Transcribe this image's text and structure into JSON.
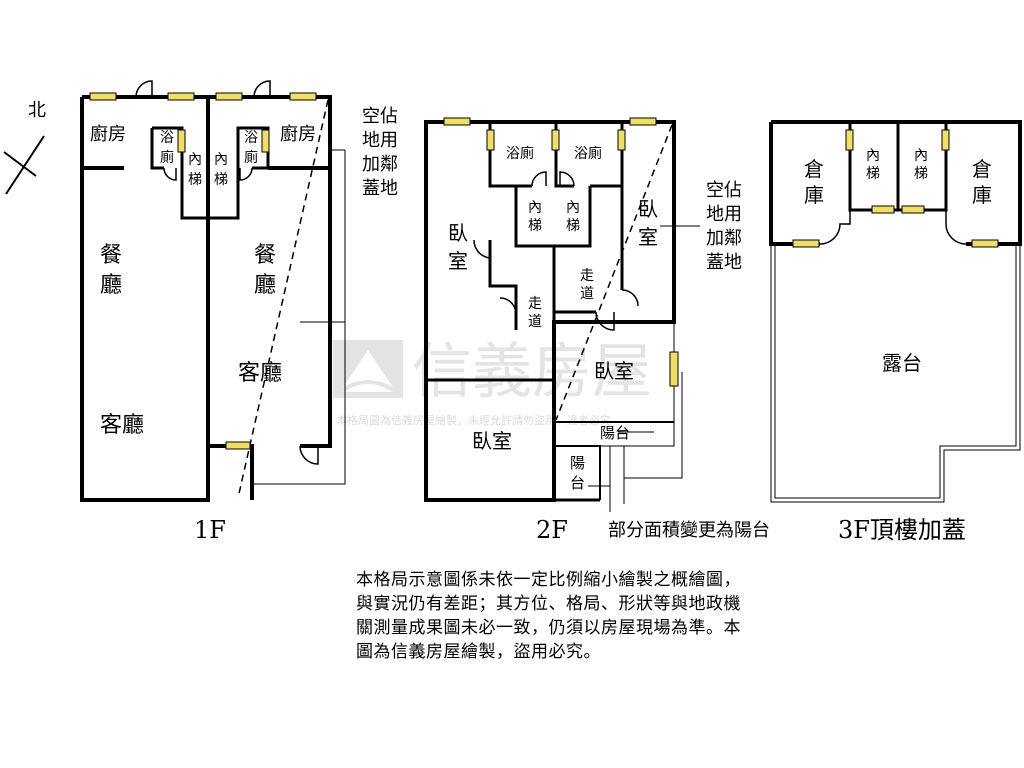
{
  "compass": {
    "north": "北"
  },
  "floor_labels": {
    "f1": "1F",
    "f2": "2F",
    "f3": "3F頂樓加蓋"
  },
  "annotations": {
    "encroach_1f": [
      "空佔",
      "地用",
      "加鄰",
      "蓋地"
    ],
    "encroach_2f": [
      "空佔",
      "地用",
      "加鄰",
      "蓋地"
    ],
    "balcony_conversion": "部分面積變更為陽台"
  },
  "rooms_1f": {
    "kitchen": "廚房",
    "bath": [
      "浴",
      "廁"
    ],
    "stairs": [
      "內",
      "梯"
    ],
    "dining": [
      "餐",
      "廳"
    ],
    "living": "客廳"
  },
  "rooms_2f": {
    "bath": "浴廁",
    "stairs": [
      "內",
      "梯"
    ],
    "bedroom_v": [
      "臥",
      "室"
    ],
    "bedroom": "臥室",
    "corridor": [
      "走",
      "道"
    ],
    "balcony": "陽台",
    "balcony_v": [
      "陽",
      "台"
    ]
  },
  "rooms_3f": {
    "storage": [
      "倉",
      "庫"
    ],
    "stairs": [
      "內",
      "梯"
    ],
    "terrace": "露台"
  },
  "watermark": {
    "brand": "信義房屋",
    "notice": "本格局圖為信義房屋繪製，未經允許請勿盜用，違者必究"
  },
  "disclaimer": "本格局示意圖係未依一定比例縮小繪製之概繪圖，與實況仍有差距；其方位、格局、形狀等與地政機關測量成果圖未必一致，仍須以房屋現場為準。本圖為信義房屋繪製，盜用必究。",
  "colors": {
    "window": "#f0e060",
    "watermark": "#d9d9d9"
  }
}
